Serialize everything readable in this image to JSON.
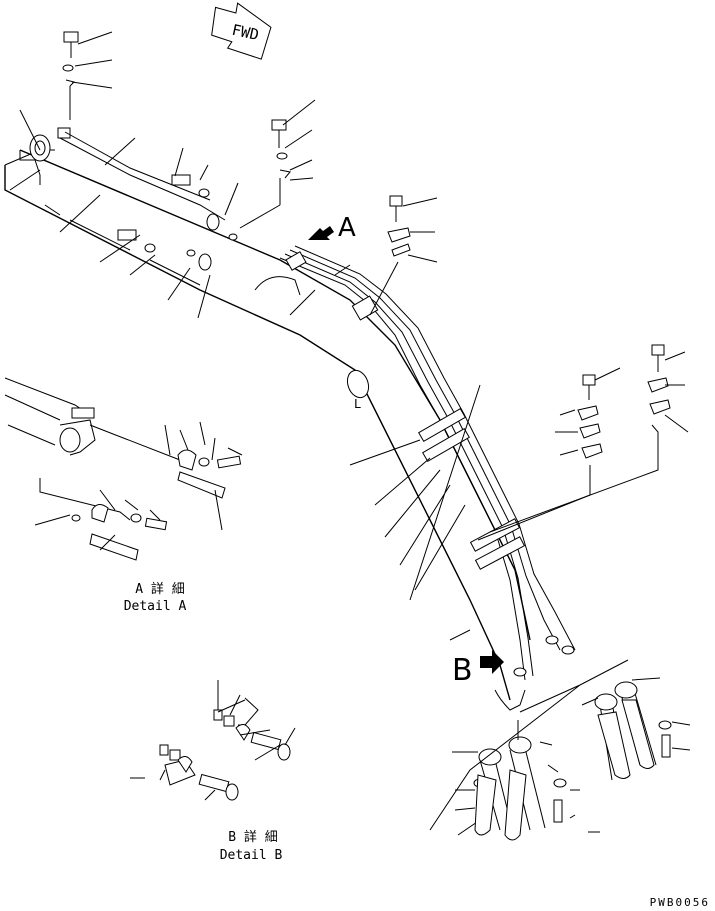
{
  "drawing": {
    "fwd_label": "FWD",
    "view_a_letter": "A",
    "view_b_letter": "B",
    "detail_a_jp": "A 詳 細",
    "detail_a_en": "Detail A",
    "detail_b_jp": "B 詳 細",
    "detail_b_en": "Detail B",
    "ref_code": "PWB0056"
  }
}
